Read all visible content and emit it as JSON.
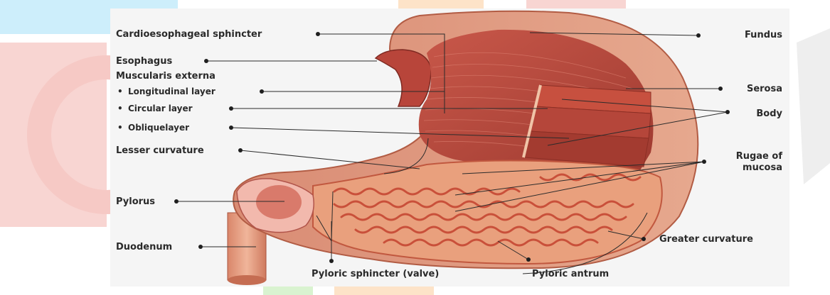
{
  "colors": {
    "watermark_cyan": "#cdeefb",
    "watermark_red": "#f8d5d2",
    "watermark_orange": "#fde3c8",
    "watermark_green": "#d9f3d0",
    "muscle": "#b8453a",
    "muscle_light": "#d5725f",
    "mucosa": "#e9a07d",
    "rugae": "#cf5a3e",
    "background_panel": "#f4f4f4"
  },
  "labels": {
    "cardioesophageal": "Cardioesophageal sphincter",
    "esophagus": "Esophagus",
    "muscularis": "Muscularis externa",
    "longitudinal": "Longitudinal layer",
    "circular": "Circular layer",
    "oblique": "Obliquelayer",
    "lesser_curvature": "Lesser curvature",
    "pylorus": "Pylorus",
    "duodenum": "Duodenum",
    "pyloric_sphincter": "Pyloric sphincter (valve)",
    "pyloric_antrum": "Pyloric antrum",
    "greater_curvature": "Greater curvature",
    "rugae_line1": "Rugae of",
    "rugae_line2": "mucosa",
    "body": "Body",
    "serosa": "Serosa",
    "fundus": "Fundus",
    "bullet": "•"
  }
}
